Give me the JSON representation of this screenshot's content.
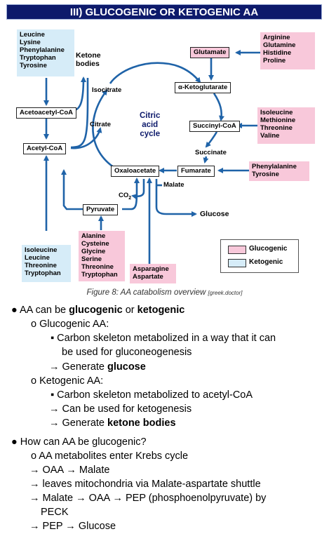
{
  "header": {
    "title": "III) GLUCOGENIC OR KETOGENIC AA"
  },
  "diagram": {
    "ketogenic_top": [
      "Leucine",
      "Lysine",
      "Phenylalanine",
      "Tryptophan",
      "Tyrosine"
    ],
    "ketone_bodies": [
      "Ketone",
      "bodies"
    ],
    "glutamate_sources": [
      "Arginine",
      "Glutamine",
      "Histidine",
      "Proline"
    ],
    "glutamate": "Glutamate",
    "isocitrate": "Isocitrate",
    "alpha_ketoglutarate": "α-Ketoglutarate",
    "acetoacetyl_coa": "Acetoacetyl-CoA",
    "citrate": "Citrate",
    "cycle_label": [
      "Citric",
      "acid",
      "cycle"
    ],
    "succinyl_coa": "Succinyl-CoA",
    "succinyl_sources": [
      "Isoleucine",
      "Methionine",
      "Threonine",
      "Valine"
    ],
    "acetyl_coa": "Acetyl-CoA",
    "succinate": "Succinate",
    "oxaloacetate": "Oxaloacetate",
    "fumarate": "Fumarate",
    "fumarate_sources": [
      "Phenylalanine",
      "Tyrosine"
    ],
    "co2": "CO",
    "co2_sub": "2",
    "malate": "Malate",
    "pyruvate": "Pyruvate",
    "glucose": "Glucose",
    "pyruvate_sources": [
      "Alanine",
      "Cysteine",
      "Glycine",
      "Serine",
      "Threonine",
      "Tryptophan"
    ],
    "asp_sources": [
      "Asparagine",
      "Aspartate"
    ],
    "acetyl_sources": [
      "Isoleucine",
      "Leucine",
      "Threonine",
      "Tryptophan"
    ],
    "legend": {
      "glucogenic": "Glucogenic",
      "ketogenic": "Ketogenic"
    },
    "colors": {
      "glucogenic": "#f8c8da",
      "ketogenic": "#d6ecf8",
      "arrow": "#1f63a8"
    }
  },
  "caption": {
    "text": "Figure 8: AA catabolism overview",
    "source": "[greek.doctor]"
  },
  "notes": {
    "b1_pre": "AA can be ",
    "b1_bold1": "glucogenic",
    "b1_mid": " or ",
    "b1_bold2": "ketogenic",
    "glucogenic_title": "Glucogenic AA:",
    "glucogenic_point": "Carbon skeleton metabolized in a way that it can",
    "glucogenic_point2": "be used for gluconeogenesis",
    "glucogenic_gen_pre": "→ Generate ",
    "glucogenic_gen_bold": "glucose",
    "ketogenic_title": "Ketogenic AA:",
    "ketogenic_point": "Carbon skeleton metabolized to acetyl-CoA",
    "ketogenic_use": "→ Can be used for ketogenesis",
    "ketogenic_gen_pre": "→ Generate ",
    "ketogenic_gen_bold": "ketone bodies",
    "b2": "How can AA be glucogenic?",
    "b2_sub": "AA metabolites enter Krebs cycle",
    "s1": "→ OAA → Malate",
    "s2": "→ leaves mitochondria via Malate-aspartate shuttle",
    "s3": "→ Malate → OAA → PEP (phosphoenolpyruvate) by",
    "s3b": "PECK",
    "s4": "→ PEP → Glucose"
  }
}
